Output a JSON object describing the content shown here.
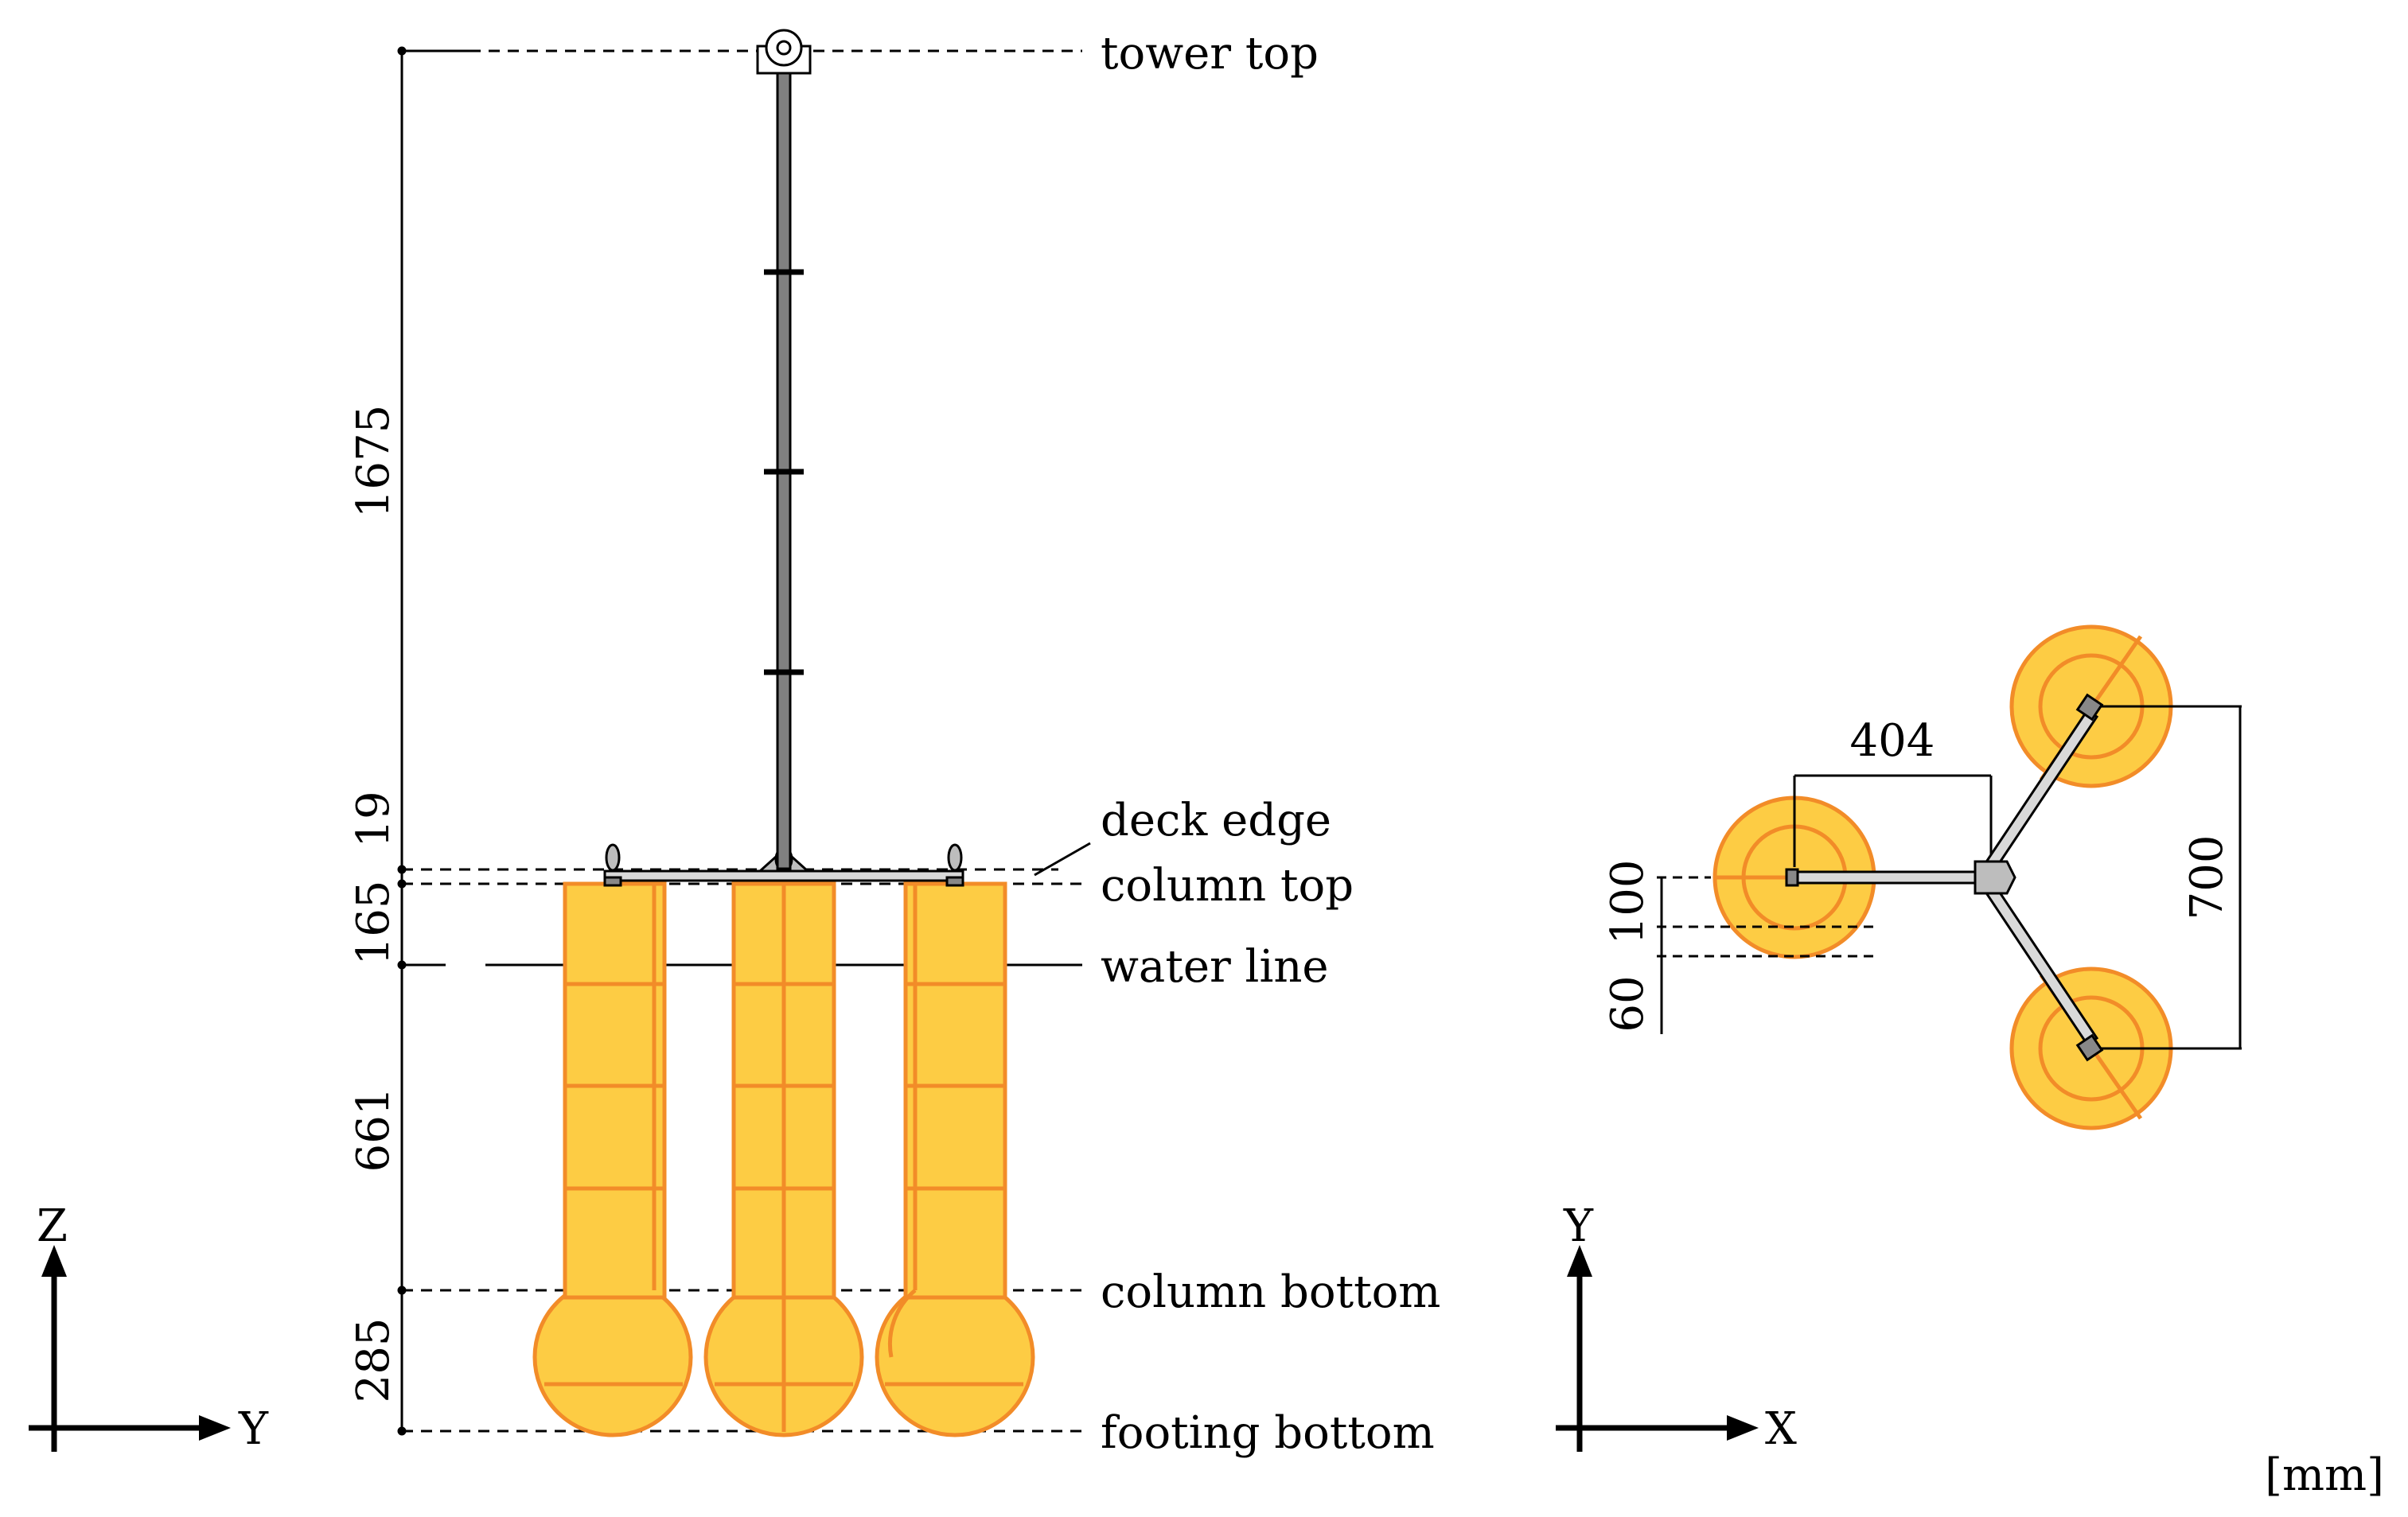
{
  "side_view": {
    "levels": {
      "tower_top": "tower top",
      "deck_edge": "deck edge",
      "column_top": "column top",
      "water_line": "water line",
      "column_bottom": "column bottom",
      "footing_bottom": "footing bottom"
    },
    "dimensions": {
      "tower_height": "1675",
      "deck_thickness": "19",
      "freeboard": "165",
      "column_draft": "661",
      "footing_height": "285"
    },
    "axes": {
      "vertical": "Z",
      "horizontal": "Y"
    }
  },
  "top_view": {
    "dimensions": {
      "column_spacing": "404",
      "column_pitch": "700",
      "column_diameter": "100",
      "footing_offset": "60"
    },
    "axes": {
      "vertical": "Y",
      "horizontal": "X"
    }
  },
  "units": "[mm]",
  "colors": {
    "buoy_fill": "#FDCC44",
    "buoy_stroke": "#F28C28",
    "tower_fill": "#808080",
    "line": "#000000"
  }
}
